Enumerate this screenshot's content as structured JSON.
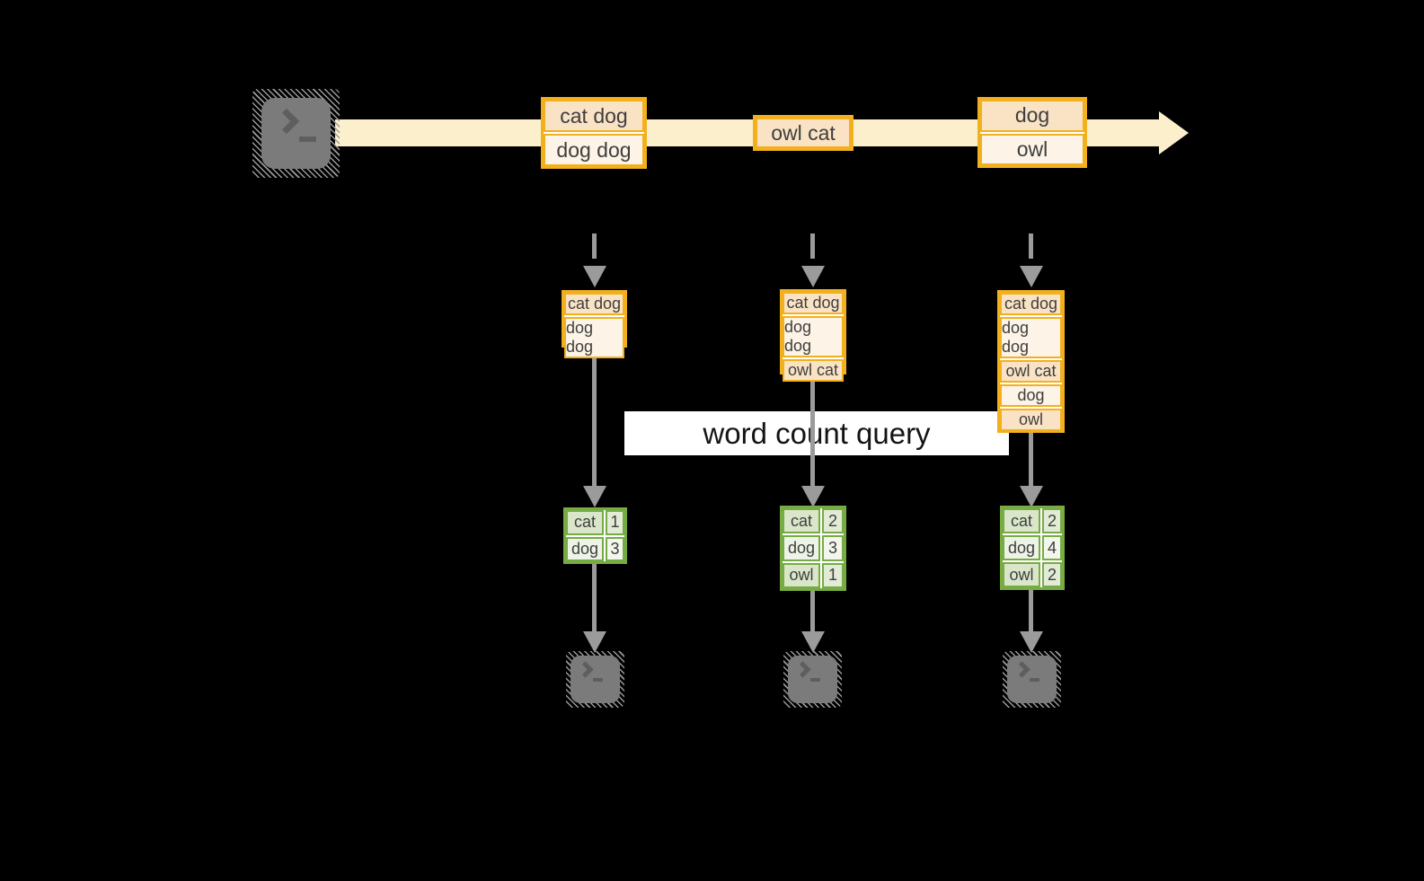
{
  "title": "streaming word count diagram",
  "query_label": "word count query",
  "colors": {
    "background": "#000000",
    "stream_band": "#fcf0cc",
    "record_border": "#f2b01d",
    "record_fill_dark": "#fae3c5",
    "record_fill_light": "#fdf3e6",
    "table_border": "#77ab43",
    "table_fill_dark": "#d9e6ca",
    "table_fill_light": "#edf3e6",
    "arrow_gray": "#9b9b9b",
    "terminal_gray": "#7b7b7b"
  },
  "icons": {
    "source": "terminal-prompt-icon",
    "stream": "arrow-right-icon",
    "event_to_state": "dashed-arrow-down-icon",
    "flow": "arrow-down-icon",
    "outputs": "terminal-prompt-icon"
  },
  "stream": {
    "events": [
      {
        "lines": [
          "cat dog",
          "dog dog"
        ]
      },
      {
        "lines": [
          "owl cat"
        ]
      },
      {
        "lines": [
          "dog",
          "owl"
        ]
      }
    ]
  },
  "columns": [
    {
      "records": [
        "cat dog",
        "dog dog"
      ],
      "counts": [
        {
          "word": "cat",
          "count": "1"
        },
        {
          "word": "dog",
          "count": "3"
        }
      ]
    },
    {
      "records": [
        "cat dog",
        "dog dog",
        "owl cat"
      ],
      "counts": [
        {
          "word": "cat",
          "count": "2"
        },
        {
          "word": "dog",
          "count": "3"
        },
        {
          "word": "owl",
          "count": "1"
        }
      ]
    },
    {
      "records": [
        "cat dog",
        "dog dog",
        "owl cat",
        "dog",
        "owl"
      ],
      "counts": [
        {
          "word": "cat",
          "count": "2"
        },
        {
          "word": "dog",
          "count": "4"
        },
        {
          "word": "owl",
          "count": "2"
        }
      ]
    }
  ]
}
